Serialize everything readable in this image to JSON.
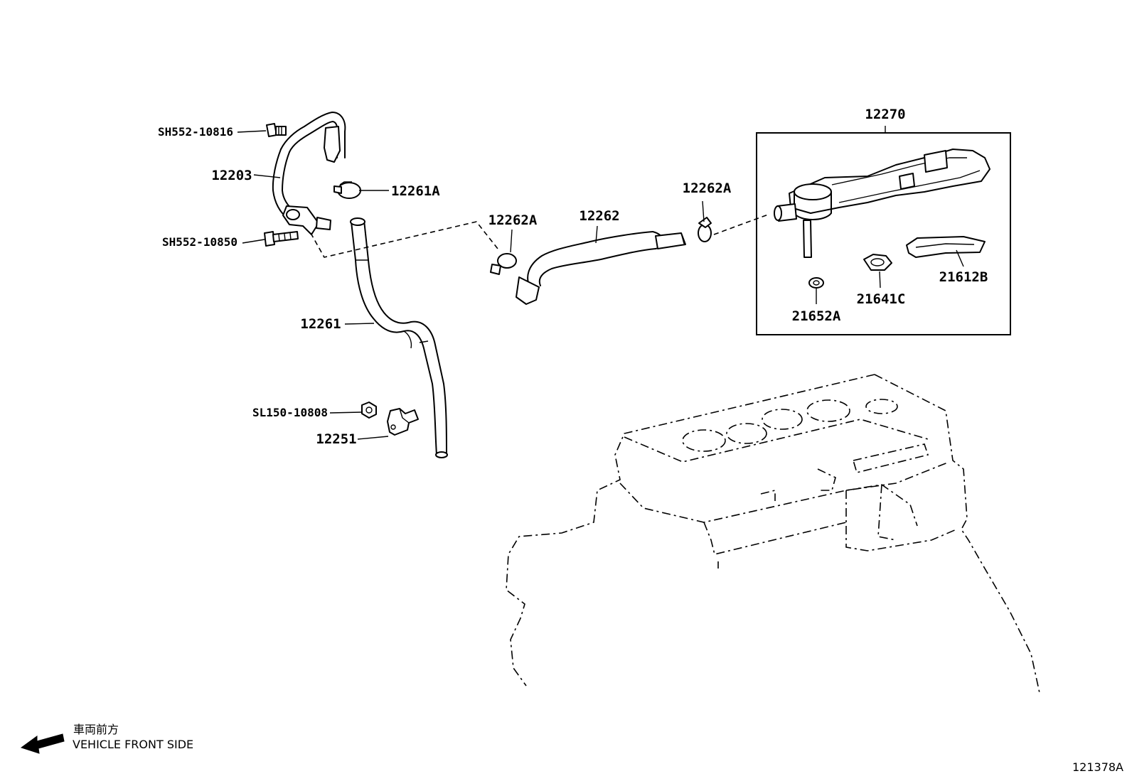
{
  "diagram": {
    "labels": {
      "p12270": "12270",
      "p12203": "12203",
      "p12261": "12261",
      "p12261A": "12261A",
      "p12262": "12262",
      "p12262A_left": "12262A",
      "p12262A_right": "12262A",
      "p12251": "12251",
      "p21612B": "21612B",
      "p21641C": "21641C",
      "p21652A": "21652A",
      "SH552_10816": "SH552-10816",
      "SH552_10850": "SH552-10850",
      "SL150_10808": "SL150-10808"
    },
    "direction": {
      "japanese": "車両前方",
      "english": "VEHICLE FRONT SIDE"
    },
    "figure_id": "121378A"
  }
}
